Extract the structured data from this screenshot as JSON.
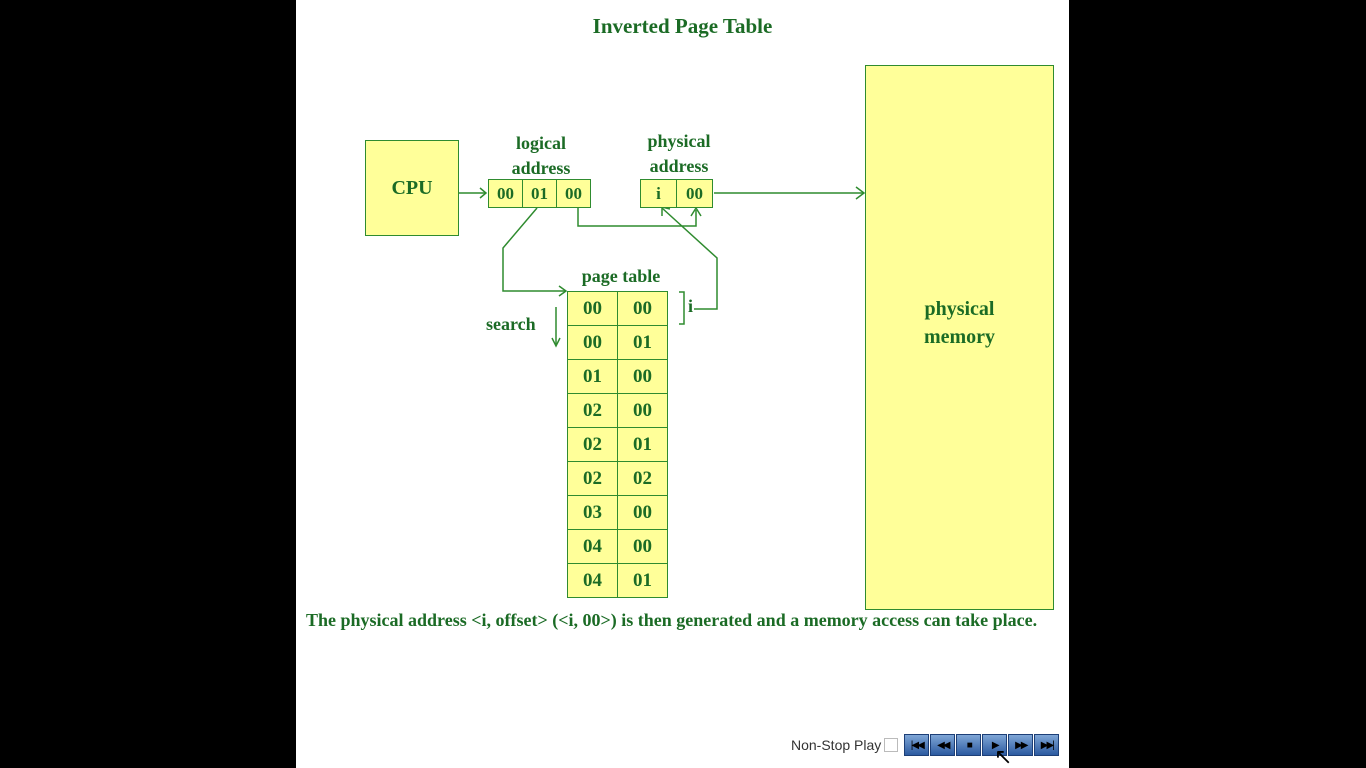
{
  "slide": {
    "title": "Inverted Page Table",
    "cpu_label": "CPU",
    "logical_address": {
      "label": "logical address",
      "cells": [
        "00",
        "01",
        "00"
      ]
    },
    "physical_address": {
      "label": "physical address",
      "cells": [
        "i",
        "00"
      ]
    },
    "page_table": {
      "label": "page table",
      "rows": [
        [
          "00",
          "00"
        ],
        [
          "00",
          "01"
        ],
        [
          "01",
          "00"
        ],
        [
          "02",
          "00"
        ],
        [
          "02",
          "01"
        ],
        [
          "02",
          "02"
        ],
        [
          "03",
          "00"
        ],
        [
          "04",
          "00"
        ],
        [
          "04",
          "01"
        ]
      ]
    },
    "search_label": "search",
    "index_label": "i",
    "memory_label_line1": "physical",
    "memory_label_line2": "memory",
    "caption": "The physical address <i, offset> (<i, 00>) is then generated and a memory access can take place."
  },
  "player": {
    "nonstop_label": "Non-Stop Play",
    "nonstop_checked": false,
    "buttons": [
      "first-icon",
      "rewind-icon",
      "stop-icon",
      "play-icon",
      "fast-forward-icon",
      "last-icon"
    ]
  },
  "colors": {
    "box_fill": "#ffff99",
    "text_green": "#1b6b25",
    "line_green": "#2f8b2f",
    "background": "#000000"
  }
}
